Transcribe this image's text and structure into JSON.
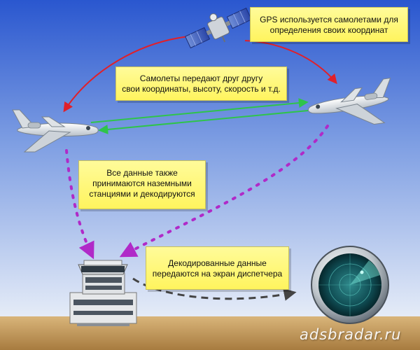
{
  "callouts": {
    "gps": [
      "GPS используется самолетами для",
      "определения своих координат"
    ],
    "planes": [
      "Самолеты передают друг другу",
      "свои координаты, высоту, скорость и т.д."
    ],
    "ground": [
      "Все данные также",
      "принимаются наземными",
      "станциями и декодируются"
    ],
    "decoded": [
      "Декодированные данные",
      "передаются на экран диспетчера"
    ]
  },
  "watermark": "adsbradar.ru",
  "colors": {
    "sky_top": "#2f5fd6",
    "sky_bottom": "#dfe8f7",
    "ground": "#c9a46a",
    "callout_fill": "#fff45e",
    "arrow_red": "#e0202a",
    "arrow_green": "#2fc44a",
    "dotted_purple": "#b02ac8",
    "dashed_dark": "#444444"
  },
  "icons": [
    "satellite-icon",
    "airplane-icon",
    "control-tower-icon",
    "radar-screen-icon"
  ]
}
